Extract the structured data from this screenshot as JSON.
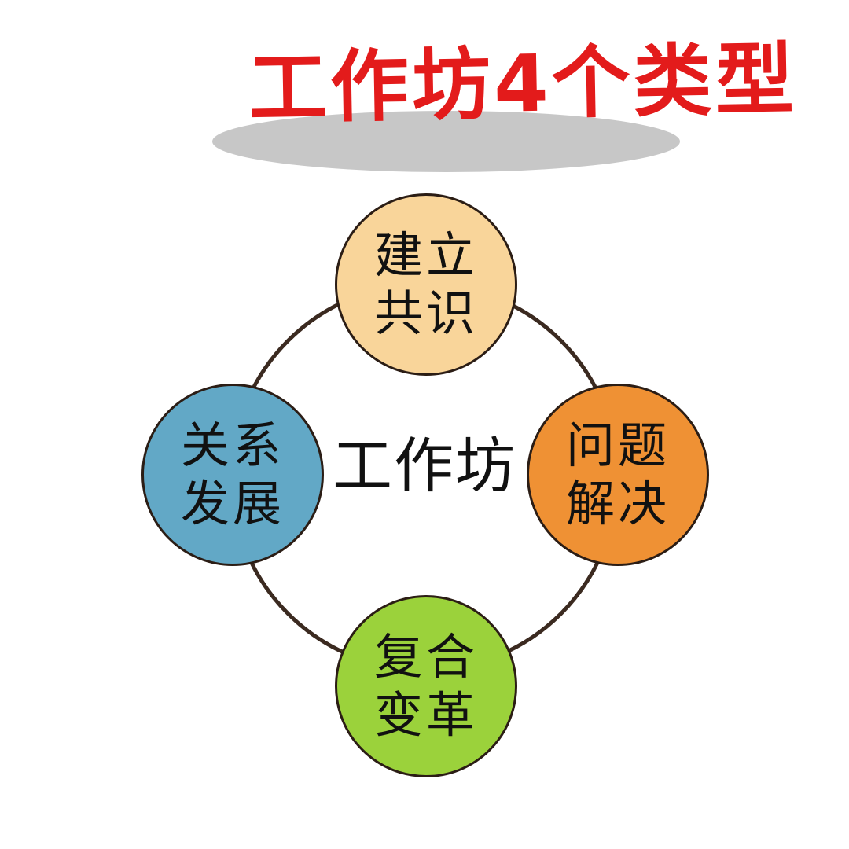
{
  "title": {
    "text": "工作坊4个类型",
    "color": "#e31b1b",
    "highlight_color": "#c7c7c7"
  },
  "diagram": {
    "center_label": "工作坊",
    "ring_color": "#3b2a20",
    "nodes": [
      {
        "label": "建立共识",
        "color": "#f9d59a"
      },
      {
        "label": "关系发展",
        "color": "#62a8c6"
      },
      {
        "label": "问题解决",
        "color": "#ef9134"
      },
      {
        "label": "复合变革",
        "color": "#9bd23b"
      }
    ]
  }
}
